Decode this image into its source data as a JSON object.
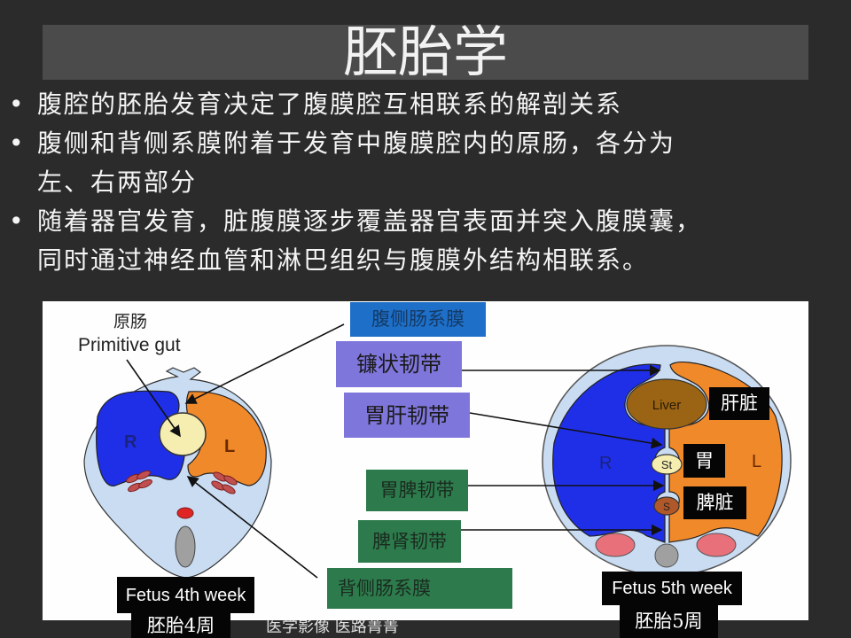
{
  "slide": {
    "title": "胚胎学",
    "bullets": [
      "腹腔的胚胎发育决定了腹膜腔互相联系的解剖关系",
      "腹侧和背侧系膜附着于发育中腹膜腔内的原肠，各分为",
      "左、右两部分",
      "随着器官发育，脏腹膜逐步覆盖器官表面并突入腹膜囊，",
      "同时通过神经血管和淋巴组织与腹膜外结构相联系。"
    ],
    "bullet_symbol": "•"
  },
  "diagram": {
    "left": {
      "label_cn": "原肠",
      "label_en": "Primitive gut",
      "side_r": "R",
      "side_l": "L",
      "caption_en": "Fetus 4th week",
      "caption_cn": "胚胎4周"
    },
    "labels": {
      "ventral_mesentery": "腹侧肠系膜",
      "falciform_ligament": "镰状韧带",
      "gastrohepatic_ligament": "胃肝韧带",
      "gastrosplenic_ligament": "胃脾韧带",
      "splenorenal_ligament": "脾肾韧带",
      "dorsal_mesentery": "背侧肠系膜"
    },
    "right": {
      "liver": "Liver",
      "liver_cn": "肝脏",
      "stomach": "St",
      "stomach_cn": "胃",
      "spleen": "S",
      "spleen_cn": "脾脏",
      "side_r": "R",
      "side_l": "L",
      "caption_en": "Fetus 5th week",
      "caption_cn": "胚胎5周"
    },
    "colors": {
      "right_side": "#1f2fe8",
      "left_side": "#f0892a",
      "body": "#c9dcf2",
      "ventral_box": "#1e6fc8",
      "ligament_box": "#7f76dc",
      "dorsal_box": "#2d7b4c"
    }
  },
  "watermark": "医学影像 医路菁菁"
}
